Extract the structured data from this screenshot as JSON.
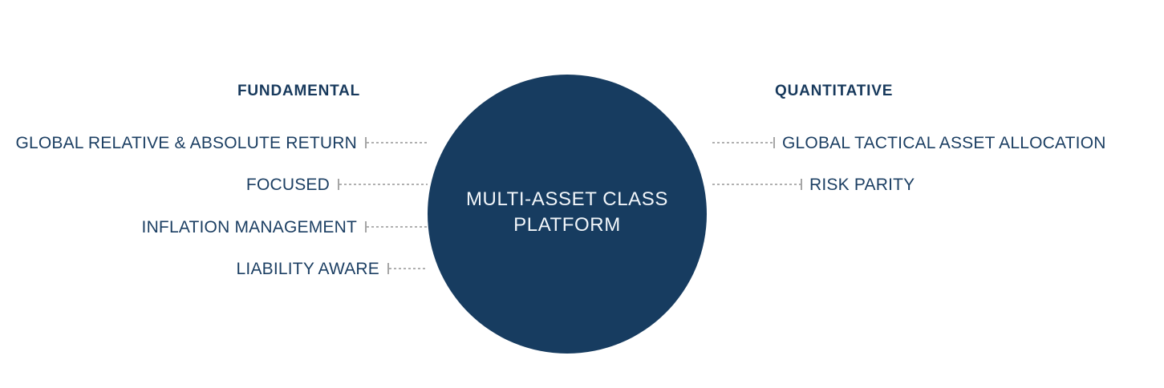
{
  "hub": {
    "title": "MULTI-ASSET CLASS\nPLATFORM",
    "color": "#173c60"
  },
  "columns": {
    "left": {
      "header": "FUNDAMENTAL",
      "items": [
        {
          "label": "GLOBAL RELATIVE & ABSOLUTE RETURN"
        },
        {
          "label": "FOCUSED"
        },
        {
          "label": "INFLATION MANAGEMENT"
        },
        {
          "label": "LIABILITY AWARE"
        }
      ]
    },
    "right": {
      "header": "QUANTITATIVE",
      "items": [
        {
          "label": "GLOBAL TACTICAL ASSET ALLOCATION"
        },
        {
          "label": "RISK PARITY"
        }
      ]
    }
  },
  "theme": {
    "text_navy": "#1c3f63",
    "header_navy": "#17395c",
    "hub_navy": "#173c60",
    "connector_gray": "#b0b0b0",
    "tick_gray": "#a6a6a6",
    "background": "#ffffff"
  }
}
